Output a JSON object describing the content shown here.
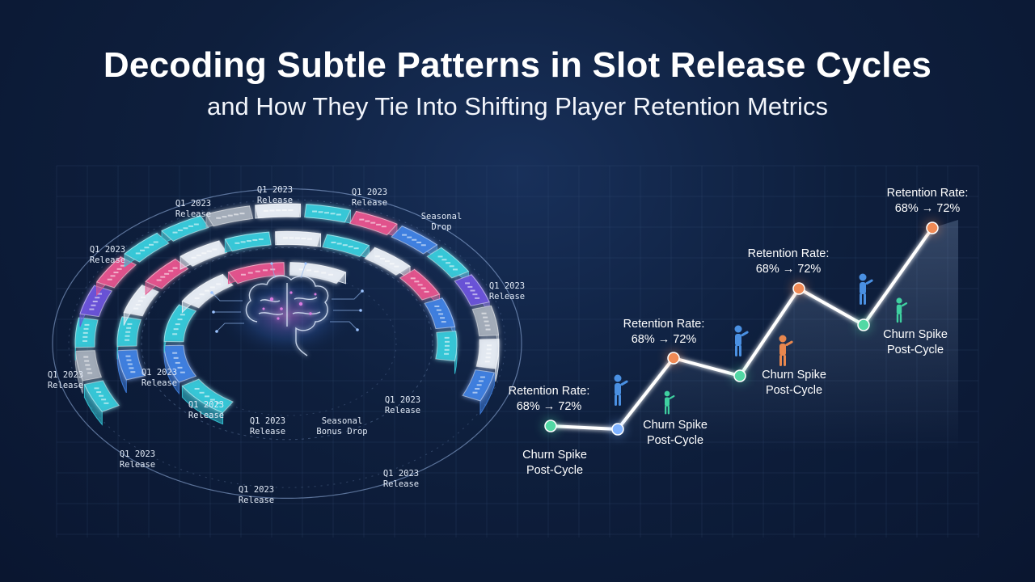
{
  "header": {
    "title": "Decoding Subtle Patterns in Slot Release Cycles",
    "subtitle": "and How They Tie Into Shifting Player Retention Metrics"
  },
  "colors": {
    "background": "#0e1f3d",
    "segment_pink": "#e2528c",
    "segment_blue": "#3f7fe0",
    "segment_cyan": "#35c8d8",
    "segment_purple": "#6a52d8",
    "segment_gray": "#a4adba",
    "segment_white": "#e6ecf4",
    "line": "#ffffff",
    "point_orange": "#f08a55",
    "point_green": "#52d8a4",
    "point_blue": "#7fb2ff"
  },
  "cycle_diagram": {
    "center_icon": "brain-circuit-icon",
    "labels": [
      {
        "line1": "Q1 2023",
        "line2": "Release"
      },
      {
        "line1": "Q1 2023",
        "line2": "Release"
      },
      {
        "line1": "Q1 2023",
        "line2": "Release"
      },
      {
        "line1": "Seasonal",
        "line2": "Drop"
      },
      {
        "line1": "Q1 2023",
        "line2": "Release"
      },
      {
        "line1": "Q1 2023",
        "line2": "Release"
      },
      {
        "line1": "Q1 2023",
        "line2": "Release"
      },
      {
        "line1": "Q1 2023",
        "line2": "Release"
      },
      {
        "line1": "Q1 2023",
        "line2": "Release"
      },
      {
        "line1": "Q1 2023",
        "line2": "Release"
      },
      {
        "line1": "Seasonal",
        "line2": "Bonus Drop"
      },
      {
        "line1": "Q1 2023",
        "line2": "Release"
      },
      {
        "line1": "Q1 2023",
        "line2": "Release"
      },
      {
        "line1": "Q1 2023",
        "line2": "Release"
      },
      {
        "line1": "Q1 2023",
        "line2": "Release"
      }
    ]
  },
  "retention_chart": {
    "points": [
      {
        "color": "green"
      },
      {
        "color": "blue"
      },
      {
        "color": "orange"
      },
      {
        "color": "green"
      },
      {
        "color": "orange"
      },
      {
        "color": "green"
      },
      {
        "color": "orange"
      }
    ],
    "retention_labels": [
      {
        "line1": "Retention Rate:",
        "line2": "68% → 72%"
      },
      {
        "line1": "Retention Rate:",
        "line2": "68% → 72%"
      },
      {
        "line1": "Retention Rate:",
        "line2": "68% → 72%"
      },
      {
        "line1": "Retention Rate:",
        "line2": "68% → 72%"
      }
    ],
    "churn_labels": [
      {
        "line1": "Churn Spike",
        "line2": "Post-Cycle"
      },
      {
        "line1": "Churn Spike",
        "line2": "Post-Cycle"
      },
      {
        "line1": "Churn Spike",
        "line2": "Post-Cycle"
      },
      {
        "line1": "Churn Spike",
        "line2": "Post-Cycle"
      }
    ],
    "player_icons": [
      "player-figure-icon",
      "player-figure-icon",
      "player-figure-icon",
      "player-figure-icon",
      "player-figure-icon",
      "player-figure-icon"
    ]
  }
}
